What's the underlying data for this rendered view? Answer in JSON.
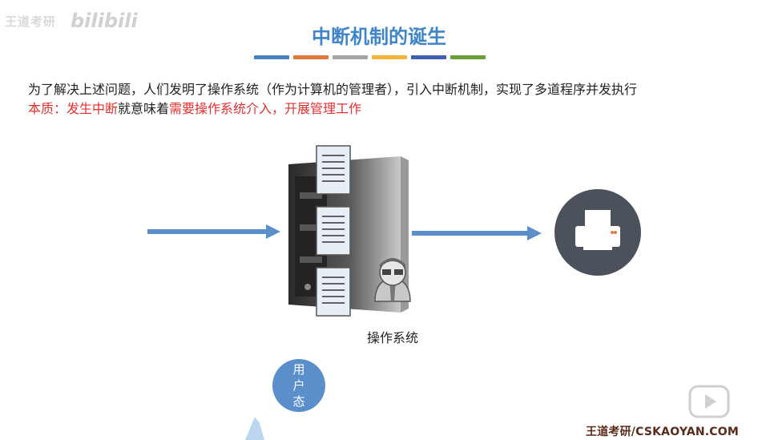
{
  "watermark": {
    "left_text": "王道考研",
    "bili_text": "bilibili"
  },
  "slide": {
    "title": "中断机制的诞生",
    "color_bars": [
      "#4b82c3",
      "#e07a3b",
      "#a5a5a5",
      "#f2b43a",
      "#3f5fb0",
      "#6aa03a"
    ],
    "line1": "为了解决上述问题，人们发明了操作系统（作为计算机的管理者），引入中断机制，实现了多道程序并发执行",
    "line2": {
      "part1": "本质：发生中断",
      "part2": "就意味着",
      "part3": "需要操作系统介入，开展管理工作"
    },
    "os_label": "操作系统",
    "user_mode": {
      "c1": "用",
      "c2": "户",
      "c3": "态"
    },
    "footer": "王道考研/CSKAOYAN.COM"
  },
  "icons": {
    "server": "server-icon",
    "printer": "printer-icon",
    "person": "person-icon",
    "play": "play-icon"
  },
  "colors": {
    "accent": "#3f85c8",
    "arrow": "#5b8fcb",
    "highlight": "#e03030"
  }
}
